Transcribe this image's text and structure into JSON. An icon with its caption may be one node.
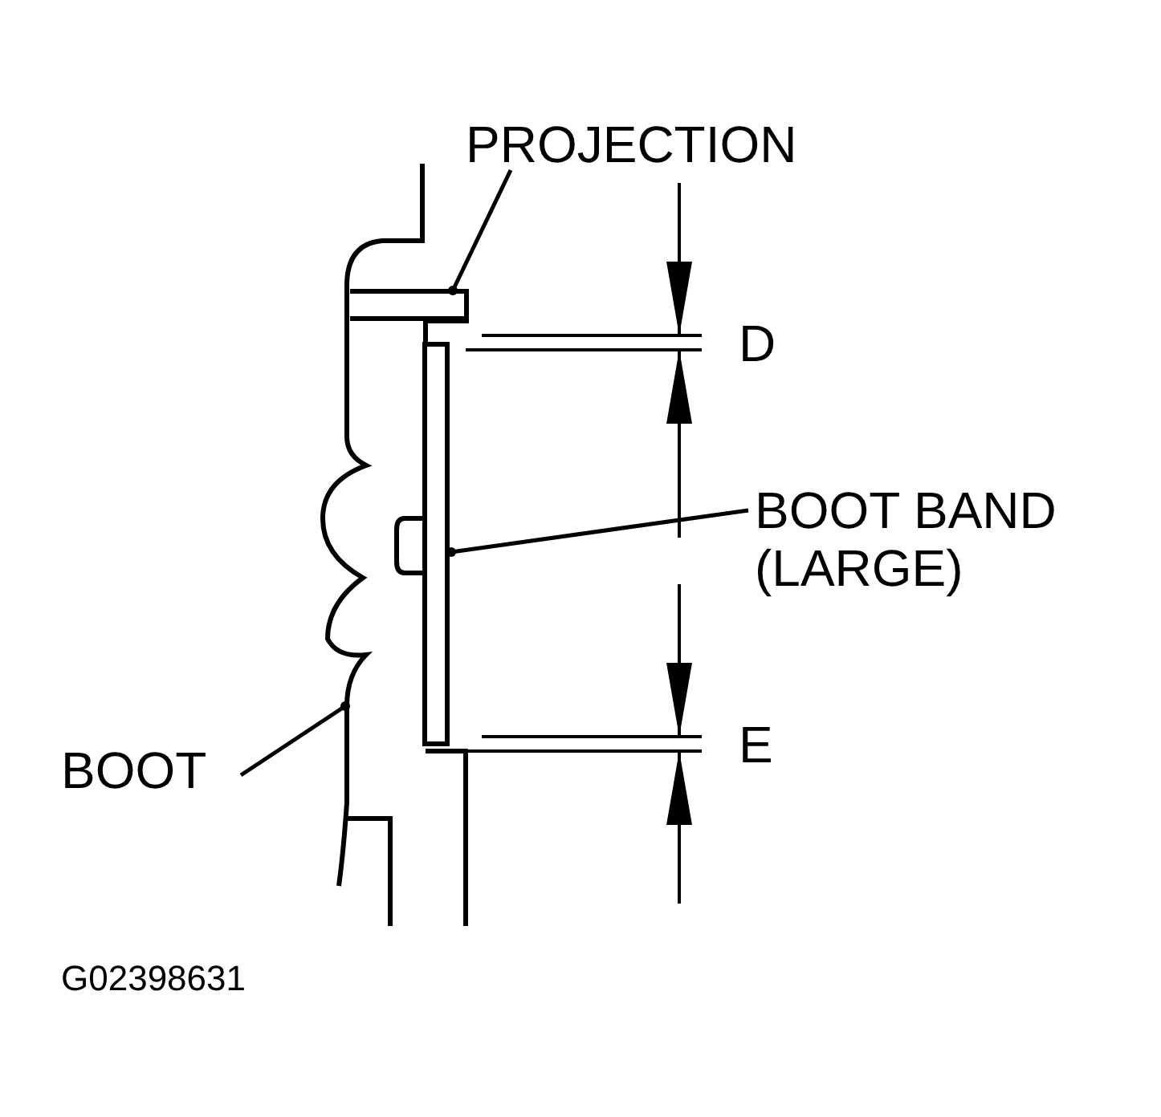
{
  "diagram": {
    "nodes": [
      {
        "text": [
          "PROJECTION"
        ]
      },
      {
        "text": [],
        "shape": "box"
      },
      {
        "text": [
          "BOOT BAND (LARGE)"
        ]
      },
      {
        "text": [],
        "shape": "bar"
      },
      {
        "text": [
          "BOOT"
        ]
      },
      {
        "text": [],
        "shape": "picture"
      }
    ],
    "edges": [
      {
        "from": 0,
        "to": 1,
        "arrow": "other"
      },
      {
        "from": 2,
        "to": 3,
        "arrow": "other"
      },
      {
        "from": 4,
        "to": 5,
        "arrow": "other"
      }
    ],
    "labels": [
      "D",
      "E",
      "G02398631"
    ]
  }
}
